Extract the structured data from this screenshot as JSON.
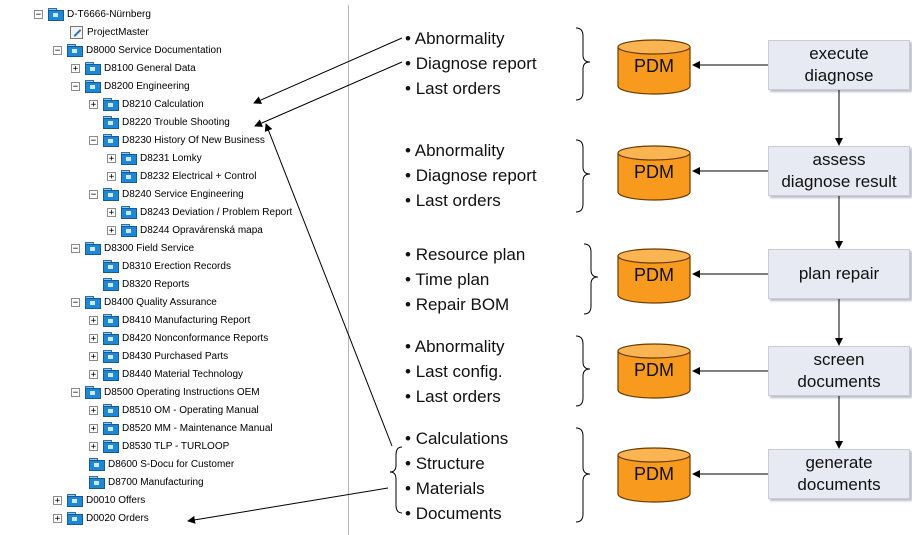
{
  "tree": {
    "root": "D-T6666-Nürnberg",
    "items": [
      {
        "label": "ProjectMaster",
        "icon": "project-master-icon"
      },
      {
        "label": "D8000 Service Documentation",
        "expander": "−"
      },
      {
        "label": "D8100 General Data",
        "expander": "+"
      },
      {
        "label": "D8200 Engineering",
        "expander": "−"
      },
      {
        "label": "D8210 Calculation",
        "expander": "+"
      },
      {
        "label": "D8220 Trouble Shooting",
        "expander": ""
      },
      {
        "label": "D8230 History Of New Business",
        "expander": "−"
      },
      {
        "label": "D8231 Lomky",
        "expander": "+"
      },
      {
        "label": "D8232 Electrical + Control",
        "expander": "+"
      },
      {
        "label": "D8240 Service Engineering",
        "expander": "−"
      },
      {
        "label": "D8243 Deviation / Problem Report",
        "expander": "+"
      },
      {
        "label": "D8244 Opravárenská mapa",
        "expander": "+"
      },
      {
        "label": "D8300 Field Service",
        "expander": "−"
      },
      {
        "label": "D8310 Erection Records",
        "expander": ""
      },
      {
        "label": "D8320 Reports",
        "expander": ""
      },
      {
        "label": "D8400 Quality Assurance",
        "expander": "−"
      },
      {
        "label": "D8410 Manufacturing Report",
        "expander": "+"
      },
      {
        "label": "D8420 Nonconformance Reports",
        "expander": "+"
      },
      {
        "label": "D8430 Purchased Parts",
        "expander": "+"
      },
      {
        "label": "D8440 Material Technology",
        "expander": "+"
      },
      {
        "label": "D8500 Operating Instructions OEM",
        "expander": "−"
      },
      {
        "label": "D8510 OM - Operating Manual",
        "expander": "+"
      },
      {
        "label": "D8520 MM - Maintenance Manual",
        "expander": "+"
      },
      {
        "label": "D8530 TLP - TURLOOP",
        "expander": "+"
      },
      {
        "label": "D8600 S-Docu for Customer",
        "expander": ""
      },
      {
        "label": "D8700 Manufacturing",
        "expander": ""
      },
      {
        "label": "D0010 Offers",
        "expander": "+"
      },
      {
        "label": "D0020 Orders",
        "expander": "+"
      }
    ]
  },
  "groups": [
    {
      "bullets": [
        "Abnormality",
        "Diagnose report",
        "Last orders"
      ],
      "db": "PDM",
      "process": [
        "execute",
        "diagnose"
      ]
    },
    {
      "bullets": [
        "Abnormality",
        "Diagnose report",
        "Last orders"
      ],
      "db": "PDM",
      "process": [
        "assess",
        "diagnose result"
      ]
    },
    {
      "bullets": [
        "Resource plan",
        "Time plan",
        "Repair BOM"
      ],
      "db": "PDM",
      "process": [
        "plan repair"
      ]
    },
    {
      "bullets": [
        "Abnormality",
        "Last config.",
        "Last orders"
      ],
      "db": "PDM",
      "process": [
        "screen",
        "documents"
      ]
    },
    {
      "bullets": [
        "Calculations",
        "Structure",
        "Materials",
        "Documents"
      ],
      "db": "PDM",
      "process": [
        "generate",
        "documents"
      ]
    }
  ],
  "colors": {
    "db_fill": "#f79a1e",
    "db_top": "#fab552",
    "db_stroke": "#6a3a00",
    "process_fill": "#e7eaf2",
    "folder": "#1e88d8"
  }
}
